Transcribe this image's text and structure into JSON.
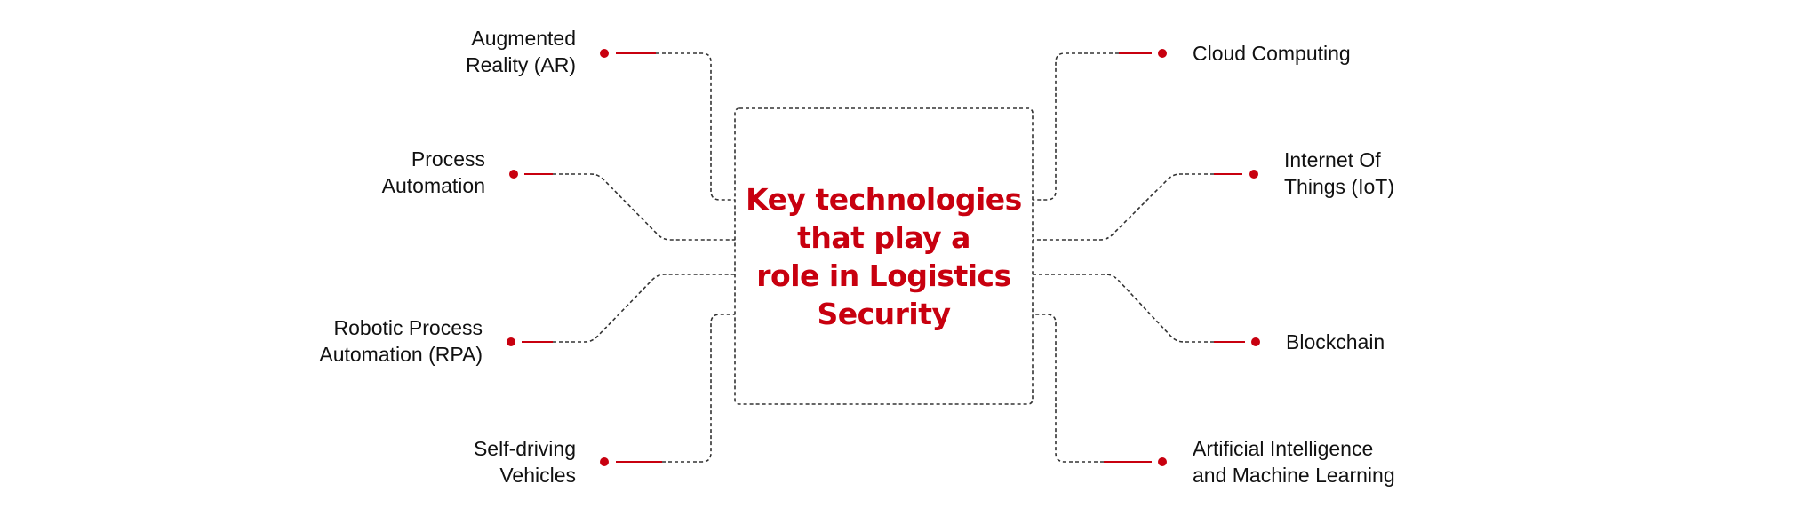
{
  "diagram": {
    "title": "Key technologies\nthat play a\nrole in Logistics\nSecurity",
    "accent_color": "#c8000f",
    "line_color": "#333333",
    "left_items": [
      {
        "label": "Augmented\nReality (AR)"
      },
      {
        "label": "Process\nAutomation"
      },
      {
        "label": "Robotic Process\nAutomation (RPA)"
      },
      {
        "label": "Self-driving\nVehicles"
      }
    ],
    "right_items": [
      {
        "label": "Cloud Computing"
      },
      {
        "label": "Internet Of\nThings (IoT)"
      },
      {
        "label": "Blockchain"
      },
      {
        "label": "Artificial Intelligence\nand Machine Learning"
      }
    ]
  }
}
